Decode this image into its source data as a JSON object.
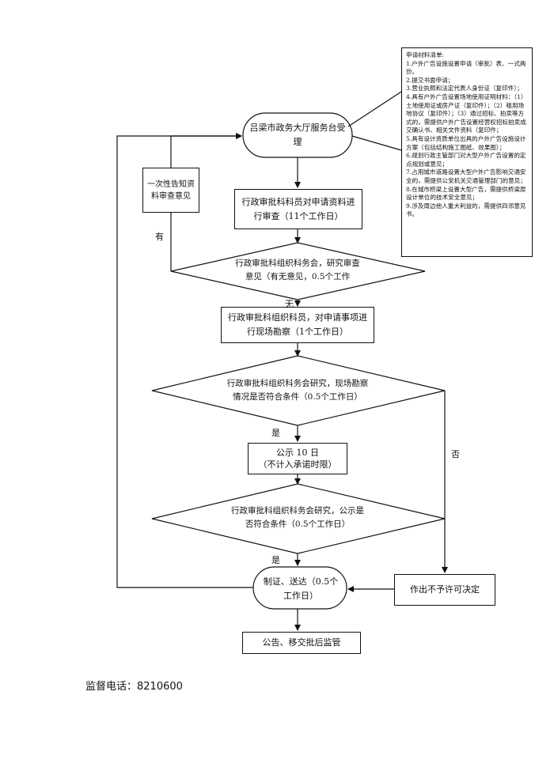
{
  "flowchart": {
    "start": "吕梁市政务大厅服务台受理",
    "feedback_box": "一次性告知资料审查意见",
    "review_box": "行政审批科科员对申请资料进行审查（11个工作日）",
    "decision1": "行政审批科组织科务会，研究审查意见（有无意见，0.5个工作",
    "inspect_box": "行政审批科组织科员，对申请事项进行现场勘察（1个工作日）",
    "decision2": "行政审批科组织科务会研究，现场勘察情况是否符合条件（0.5个工作日）",
    "publicity_line1": "公示 10 日",
    "publicity_line2": "（不计入承诺时限）",
    "decision3": "行政审批科组织科务会研究，公示是否符合条件（0.5个工作日）",
    "certify": "制证、送达（0.5个工作日）",
    "reject_box": "作出不予许可决定",
    "announce": "公告、移交批后监管",
    "labels": {
      "has": "有",
      "none": "无",
      "yes1": "是",
      "yes2": "是",
      "no": "否"
    }
  },
  "materials": {
    "title": "申请材料清单:",
    "items": [
      "1.户外广告设施设置申请（审批）表、一式两份。",
      "2.提交书面申请；",
      "3.营业执照和法定代表人身份证（复印件）；",
      "4.具有户外广告设置场地使用证明材料：（1）土地使用证或房产证（复印件）；（2）租用场地协议（复印件）；（3）通过招标、拍卖等方式的，需提供户外广告设置经营权招标拍卖成交确认书、相关文件资料（复印件；",
      "5.具有设计资质单位出具的户外广告设施设计方案（包括结构施工图纸、效果图）；",
      "6.规划行政主管部门对大型户外广告设置的定点规划或意见；",
      "7.占用城市道路设置大型户外广告影响交通安全的，需提供公安机关交通管理部门的意见；",
      "8.在城市桥梁上设置大型广告，需提供桥梁原设计单位的技术安全意见；",
      "9.涉及周边他人重大利益的，需提供四邻意见书。"
    ]
  },
  "footer": {
    "supervision_phone": "监督电话：8210600"
  }
}
